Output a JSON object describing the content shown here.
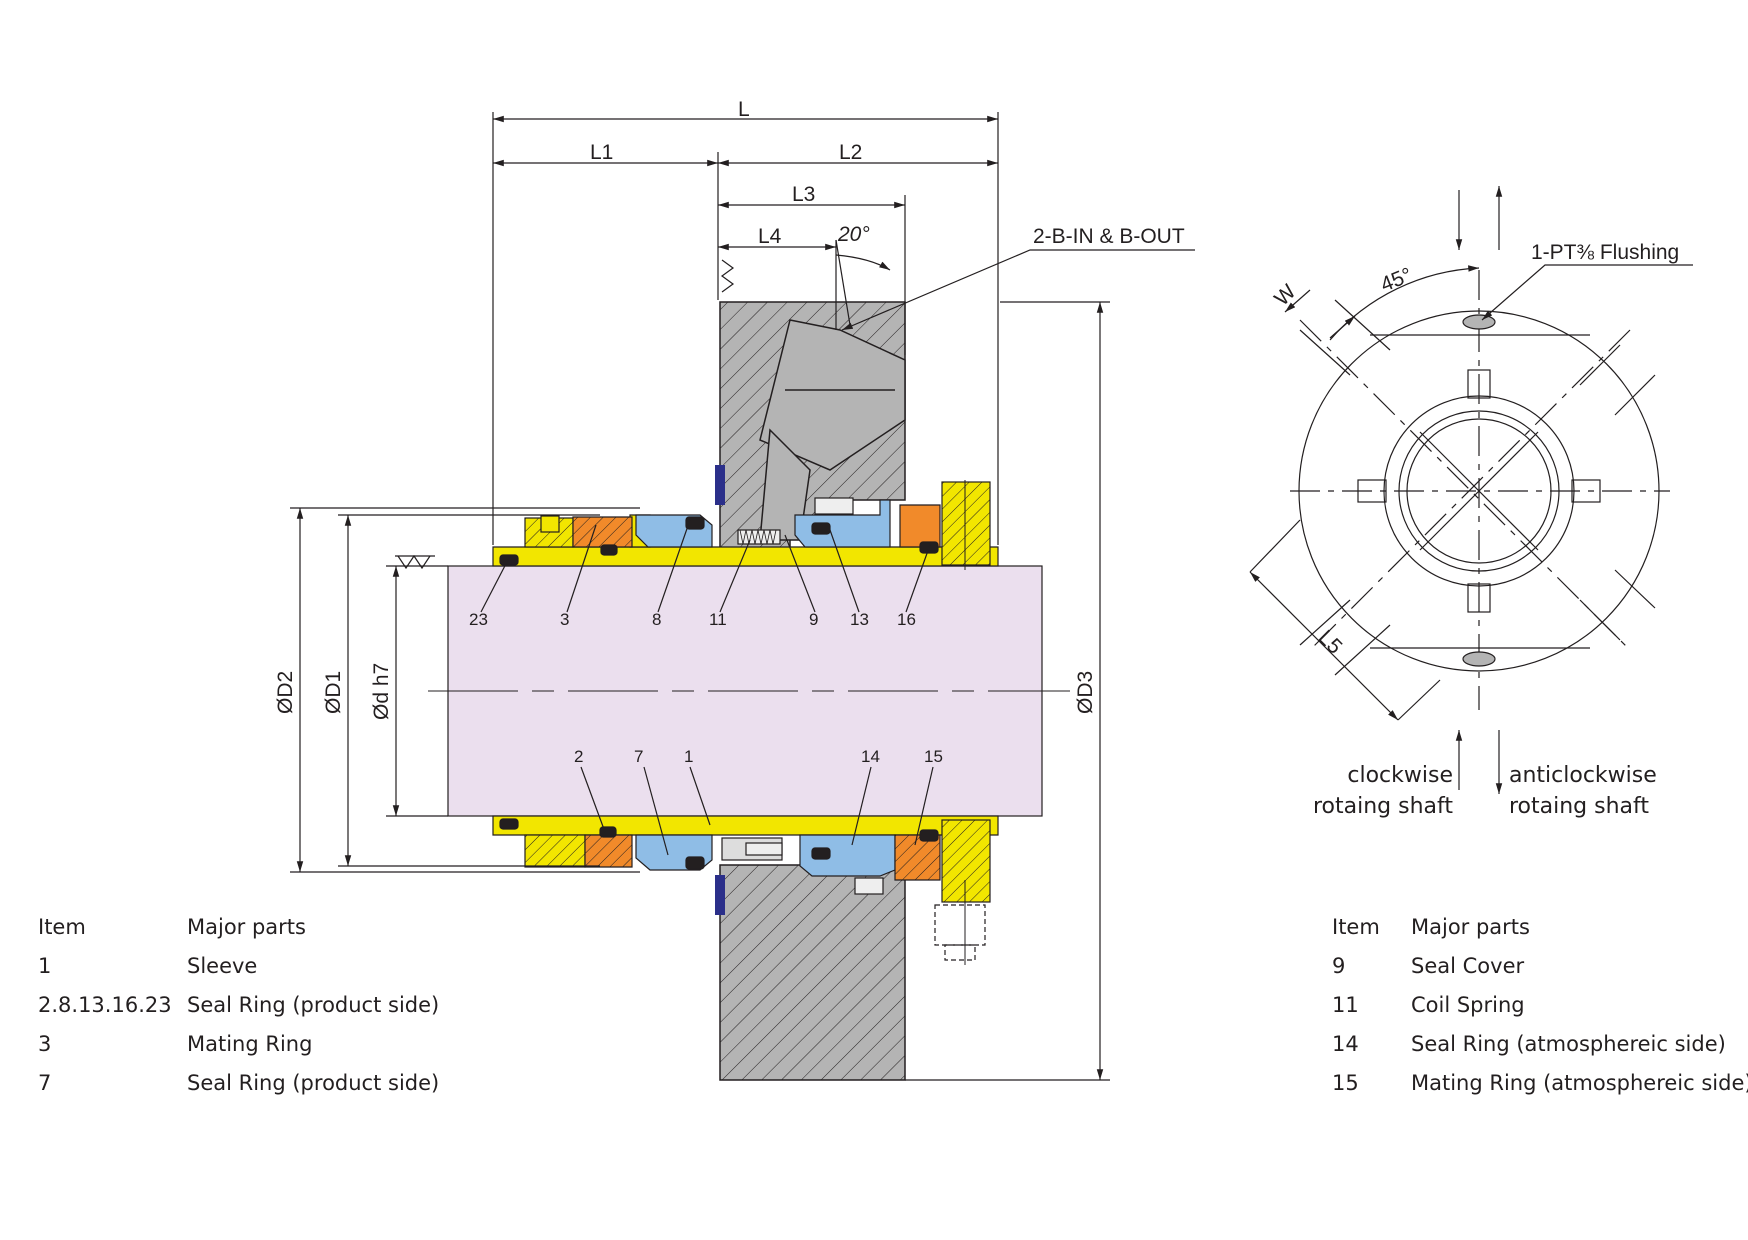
{
  "colors": {
    "shaft": "#ebdfee",
    "sleeve": "#f2e600",
    "mating_ring": "#f18a2a",
    "seal_face": "#8fbde6",
    "housing": "#b4b4b4",
    "gasket": "#2b2f8a",
    "line": "#231f20"
  },
  "dimensions": {
    "L": "L",
    "L1": "L1",
    "L2": "L2",
    "L3": "L3",
    "L4": "L4",
    "L5": "L5",
    "W": "W",
    "angle_20": "20°",
    "angle_45": "45°",
    "D1": "ØD1",
    "D2": "ØD2",
    "D3": "ØD3",
    "d": "Ød h7"
  },
  "callouts": {
    "ports": "2-B-IN & B-OUT",
    "flushing": "1-PT⅜ Flushing"
  },
  "item_numbers_top": [
    "23",
    "3",
    "8",
    "11",
    "9",
    "13",
    "16"
  ],
  "item_numbers_bottom": [
    "2",
    "7",
    "1",
    "14",
    "15"
  ],
  "rotation": {
    "clockwise_line1": "clockwise",
    "clockwise_line2": "rotaing shaft",
    "anticlockwise_line1": "anticlockwise",
    "anticlockwise_line2": "rotaing shaft"
  },
  "parts_left": {
    "header": {
      "item": "Item",
      "part": "Major parts"
    },
    "rows": [
      {
        "item": "1",
        "part": "Sleeve"
      },
      {
        "item": "2.8.13.16.23",
        "part": "Seal Ring (product side)"
      },
      {
        "item": "3",
        "part": "Mating Ring"
      },
      {
        "item": "7",
        "part": "Seal Ring (product side)"
      }
    ]
  },
  "parts_right": {
    "header": {
      "item": "Item",
      "part": "Major parts"
    },
    "rows": [
      {
        "item": "9",
        "part": "Seal Cover"
      },
      {
        "item": "11",
        "part": "Coil Spring"
      },
      {
        "item": "14",
        "part": "Seal Ring (atmosphereic side)"
      },
      {
        "item": "15",
        "part": "Mating Ring (atmosphereic side)"
      }
    ]
  }
}
